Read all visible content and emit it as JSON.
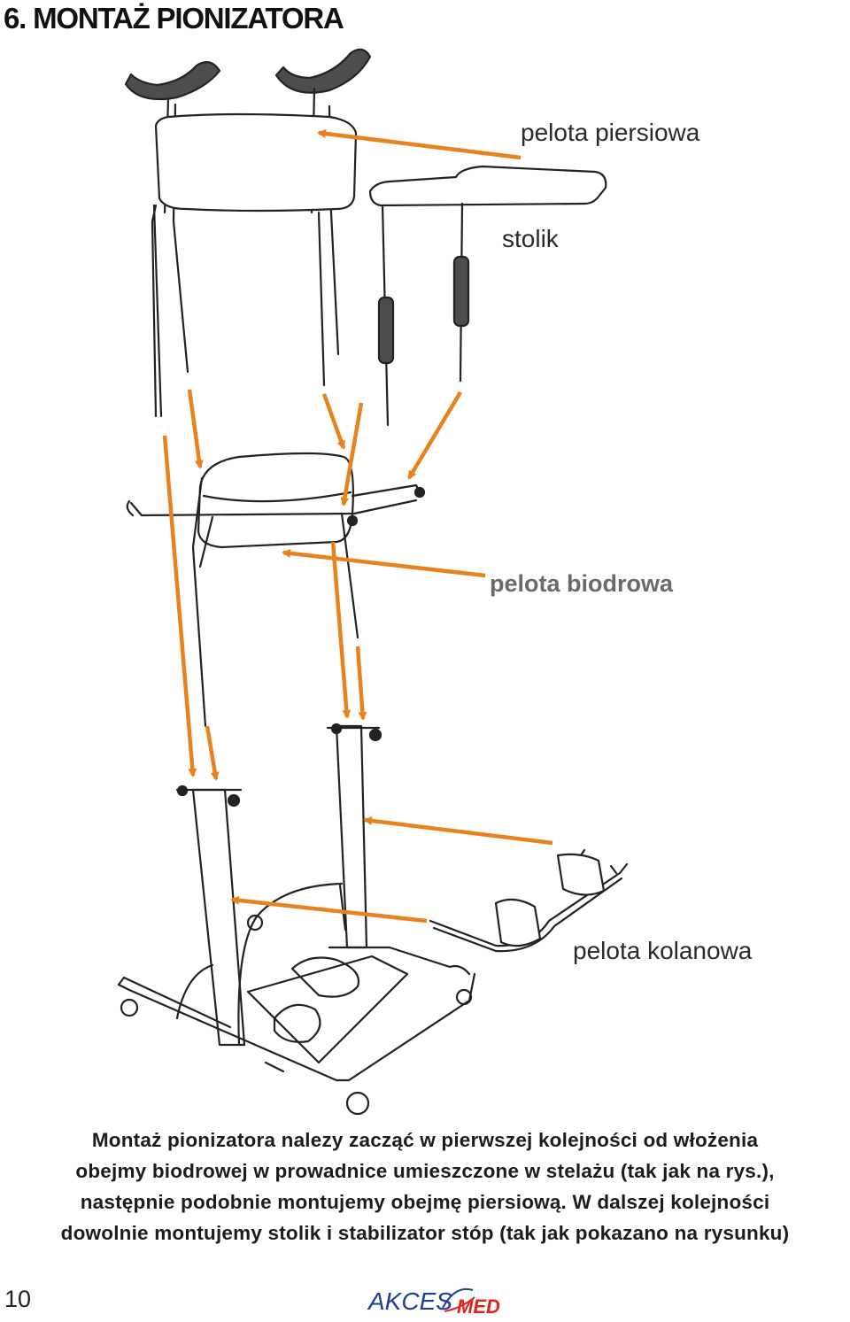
{
  "page": {
    "heading": "6. MONTAŻ PIONIZATORA",
    "page_number": "10"
  },
  "figure": {
    "labels": {
      "chest_pad": "pelota piersiowa",
      "table": "stolik",
      "hip_pad": "pelota biodrowa",
      "knee_pad": "pelota kolanowa"
    },
    "arrow_color": "#E8821E",
    "handle_color": "#4d4d4d"
  },
  "instructions": {
    "lines": [
      "Montaż pionizatora nalezy zacząć w pierwszej kolejności od włożenia",
      "obejmy biodrowej w prowadnice umieszczone w stelażu (tak jak na rys.),",
      "następnie podobnie montujemy obejmę piersiową. W dalszej kolejności",
      "dowolnie montujemy stolik i stabilizator stóp (tak jak pokazano na rysunku)"
    ]
  },
  "logo": {
    "text_left": "AKCES",
    "text_right": "MED",
    "blue": "#1f3f95",
    "red": "#e2231a"
  }
}
